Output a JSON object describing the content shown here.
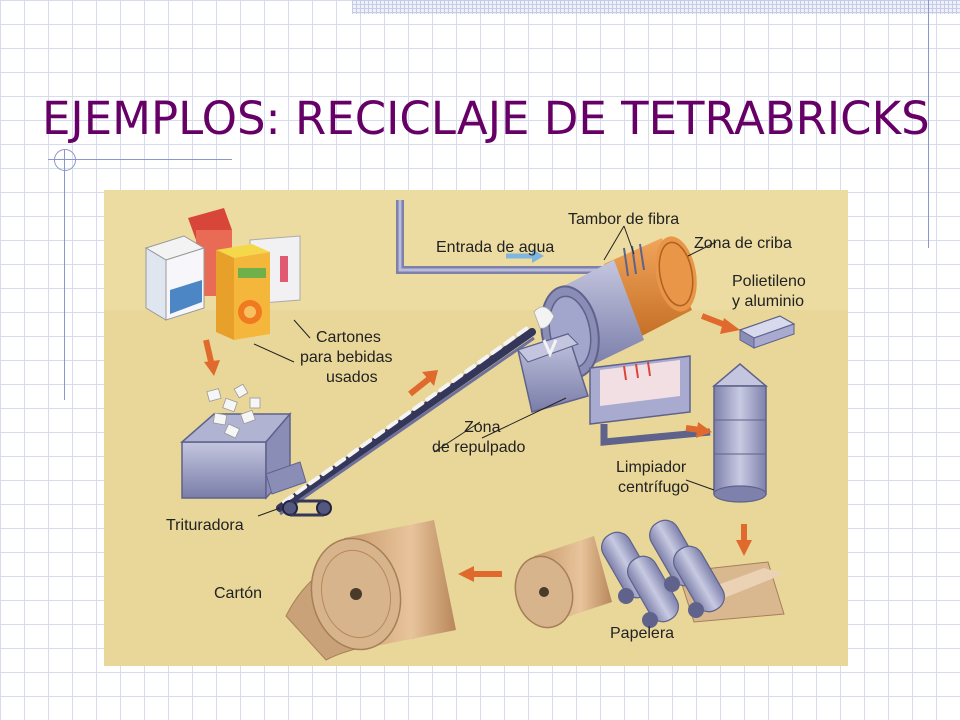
{
  "slide": {
    "title": "EJEMPLOS: RECICLAJE DE TETRABRICKS"
  },
  "diagram": {
    "labels": {
      "tambor": "Tambor de fibra",
      "entrada": "Entrada de agua",
      "criba": "Zona de criba",
      "polietileno_1": "Polietileno",
      "polietileno_2": "y aluminio",
      "cartones_1": "Cartones",
      "cartones_2": "para bebidas",
      "cartones_3": "usados",
      "repulpado_1": "Zona",
      "repulpado_2": "de repulpado",
      "limpiador_1": "Limpiador",
      "limpiador_2": "centrífugo",
      "trituradora": "Trituradora",
      "carton": "Cartón",
      "papelera": "Papelera"
    },
    "colors": {
      "background": "#e9d79a",
      "machine": "#9c9fc4",
      "machine_dark": "#6e7199",
      "drum": "#dd8a3c",
      "arrow": "#e06a2e",
      "water_arrow": "#7fb6e0",
      "paper": "#d8b48c",
      "title": "#660066"
    },
    "icons": [
      "carton-icon",
      "shredder-icon",
      "conveyor-icon",
      "drum-icon",
      "tray-icon",
      "silo-icon",
      "roller-icon",
      "paper-roll-icon"
    ]
  }
}
